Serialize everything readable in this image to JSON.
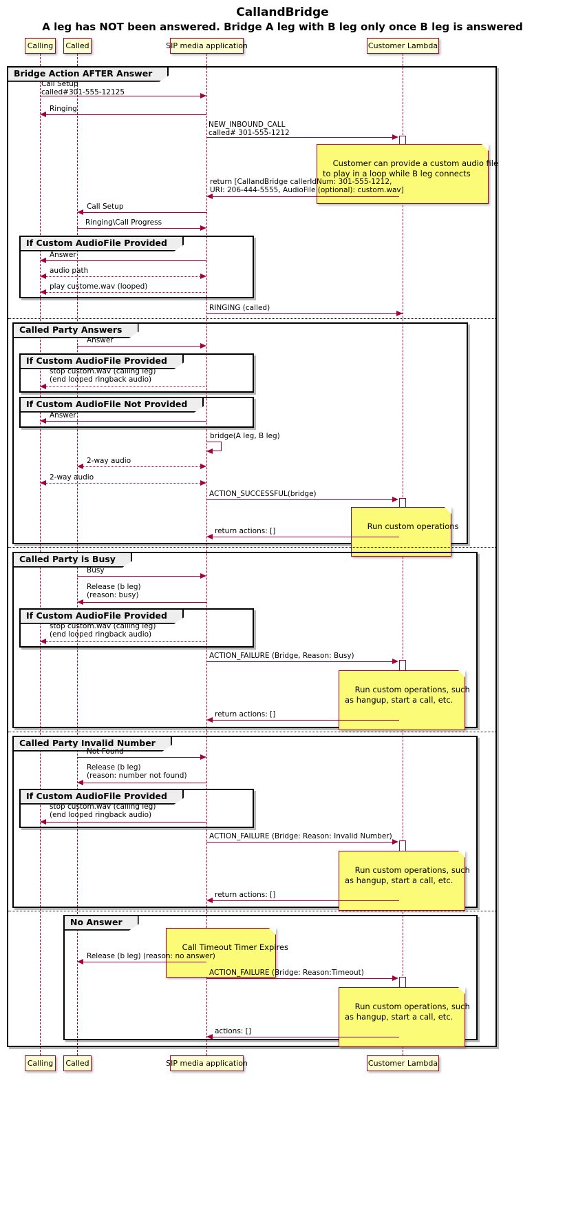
{
  "diagram": {
    "title_line1": "CallandBridge",
    "title_line2": "A leg has NOT been answered. Bridge A leg with B leg only once B leg is answered",
    "accent_color": "#A80036",
    "note_color": "#FBFB77",
    "participant_fill": "#FEFECE"
  },
  "participants": [
    {
      "id": "calling",
      "label": "Calling"
    },
    {
      "id": "called",
      "label": "Called"
    },
    {
      "id": "sip",
      "label": "SIP media application"
    },
    {
      "id": "lambda",
      "label": "Customer Lambda"
    }
  ],
  "frames": {
    "outer": "Bridge Action AFTER Answer",
    "alt_answers": "Called Party Answers",
    "alt_busy": "Called Party is Busy",
    "alt_invalid": "Called Party Invalid Number",
    "alt_noanswer": "No Answer",
    "if_audio_provided": "If Custom AudioFile Provided",
    "if_audio_not_provided": "If Custom AudioFile Not Provided"
  },
  "messages": {
    "call_setup_a": "Call Setup\ncalled#301-555-12125",
    "ringing_a": "Ringing",
    "new_inbound_call": "NEW_INBOUND_CALL\ncalled# 301-555-1212",
    "return_callandbridge": "return [CallandBridge callerIdNum: 301-555-1212,\nURI: 206-444-5555, AudioFile (optional): custom.wav]",
    "call_setup_b": "Call Setup",
    "ringing_call_progress": "Ringing\\Call Progress",
    "answer": "Answer",
    "audio_path": "audio path",
    "play_custom_looped": "play custome.wav (looped)",
    "ringing_called": "RINGING (called)",
    "answer_b": "Answer",
    "stop_custom_wav": "stop custom.wav (calling leg)\n(end looped ringback audio)",
    "answer_calling": "Answer",
    "bridge_self": "bridge(A leg, B leg)",
    "two_way_audio": "2-way audio",
    "action_successful": "ACTION_SUCCESSFUL(bridge)",
    "return_actions": "return actions: []",
    "busy": "Busy",
    "release_busy": "Release (b leg)\n(reason: busy)",
    "action_failure_busy": "ACTION_FAILURE (Bridge, Reason: Busy)",
    "not_found": "Not Found",
    "release_not_found": "Release (b leg)\n(reason: number not found)",
    "action_failure_invalid": "ACTION_FAILURE (Bridge: Reason: Invalid Number)",
    "release_no_answer": "Release (b leg) (reason: no answer)",
    "action_failure_timeout": "ACTION_FAILURE (Bridge: Reason:Timeout)",
    "actions_empty": "actions: []"
  },
  "notes": {
    "custom_audio": "Customer can provide a custom audio file\nto play in a loop while B leg connects",
    "run_custom_operations": "Run custom operations",
    "run_custom_operations_long": "Run custom operations, such\nas hangup, start a call, etc.",
    "call_timeout": "Call Timeout Timer Expires"
  }
}
